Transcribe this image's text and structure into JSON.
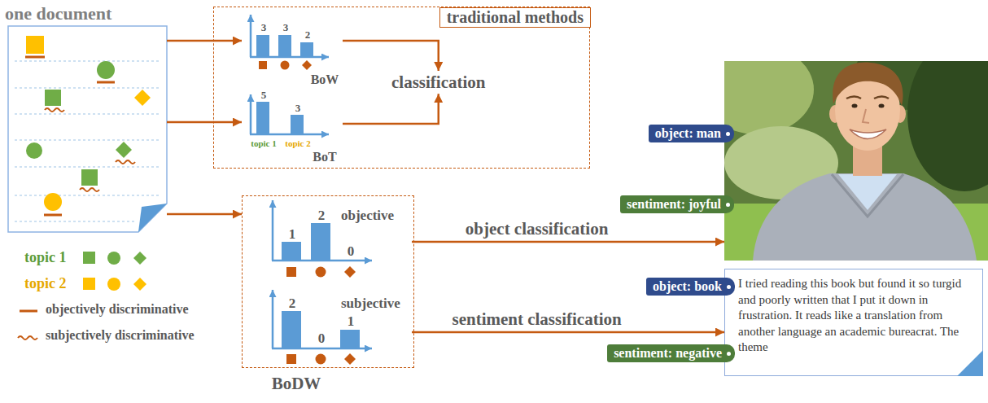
{
  "diagram": {
    "nodes": [
      {
        "text": [
          "one document"
        ]
      },
      {
        "text": [
          "traditional methods"
        ]
      },
      {
        "text": [
          "3",
          "3",
          "2",
          "BoW"
        ],
        "in": 1
      },
      {
        "text": [
          "5",
          "3",
          "topic 1",
          "topic 2",
          "BoT"
        ],
        "in": 1
      },
      {
        "text": [
          "classification"
        ],
        "in": 1
      },
      {
        "text": [
          "BoDW"
        ]
      },
      {
        "text": [
          "1",
          "2",
          "0",
          "objective"
        ],
        "in": 5
      },
      {
        "text": [
          "2",
          "0",
          "1",
          "subjective"
        ],
        "in": 5
      },
      {
        "text": [
          "object: man",
          "sentiment: joyful"
        ]
      },
      {
        "text": [
          "object: book",
          "I tried reading this book but found it so turgid and poorly written that I put it down in frustration. It reads like a translation from another language an academic bureacrat. The theme",
          "sentiment: negative"
        ]
      }
    ],
    "edges": [
      {
        "from": 0,
        "to": 2,
        "arrow": "to"
      },
      {
        "from": 0,
        "to": 3,
        "arrow": "to"
      },
      {
        "from": 0,
        "to": 5,
        "arrow": "to"
      },
      {
        "from": 2,
        "to": 4,
        "arrow": "to"
      },
      {
        "from": 3,
        "to": 4,
        "arrow": "to"
      },
      {
        "from": 6,
        "to": 8,
        "label": "object classification",
        "arrow": "to"
      },
      {
        "from": 7,
        "to": 9,
        "label": "sentiment classification",
        "arrow": "to"
      }
    ],
    "legend": [
      {
        "text": "topic 1"
      },
      {
        "text": "topic 2"
      },
      {
        "text": "objectively discriminative"
      },
      {
        "text": "subjectively discriminative"
      }
    ]
  }
}
